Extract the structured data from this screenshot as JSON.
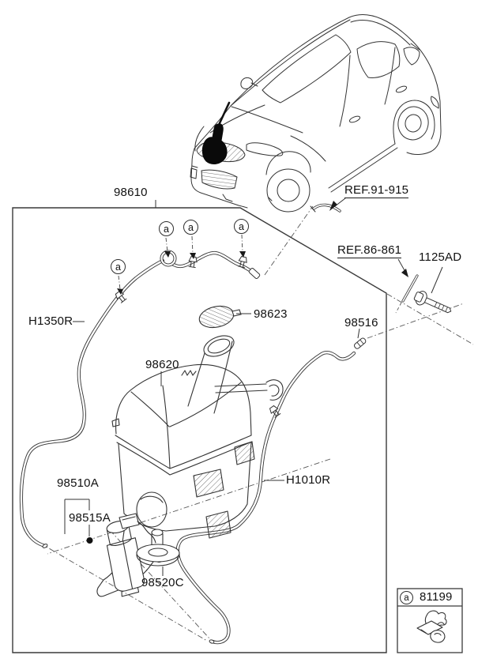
{
  "parts": {
    "hose_assembly": "98610",
    "ref_front_wiper": "REF.91-915",
    "ref_rear_washer": "REF.86-861",
    "bolt": "1125AD",
    "front_hose": "H1350R",
    "reservoir_cap": "98623",
    "hose_joint": "98516",
    "reservoir": "98620",
    "rear_hose": "H1010R",
    "washer_motor": "98510A",
    "grommet": "98515A",
    "level_switch": "98520C",
    "legend_clip": "81199",
    "clip_marker": "a"
  },
  "colors": {
    "line": "#333333",
    "text": "#111111",
    "background": "#ffffff"
  }
}
